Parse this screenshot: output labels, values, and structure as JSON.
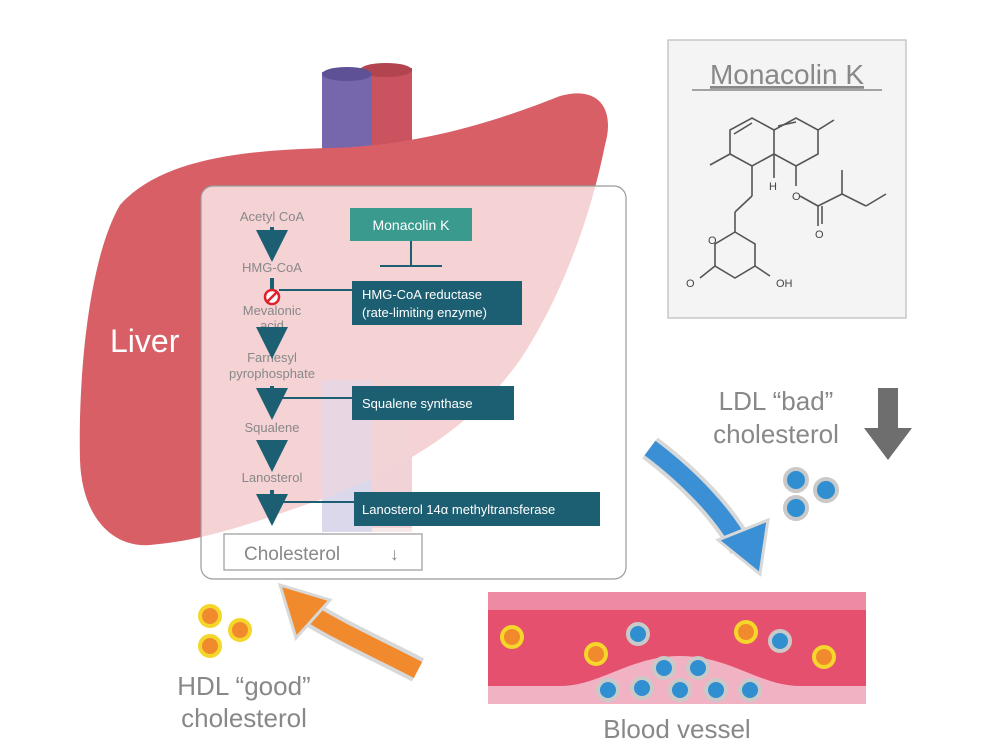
{
  "liver": {
    "label": "Liver"
  },
  "pathway": {
    "steps": [
      "Acetyl CoA",
      "HMG-CoA",
      "Mevalonic",
      "acid",
      "Farnesyl",
      "pyrophosphate",
      "Squalene",
      "Lanosterol"
    ],
    "result": "Cholesterol",
    "result_arrow": "↓"
  },
  "inhibitor": {
    "label": "Monacolin K"
  },
  "enzymes": {
    "hmg_line1": "HMG-CoA reductase",
    "hmg_line2": "(rate-limiting enzyme)",
    "squalene": "Squalene synthase",
    "lanosterol": "Lanosterol 14α methyltransferase"
  },
  "structure": {
    "title": "Monacolin K",
    "atoms": {
      "h": "H",
      "o_ring": "O",
      "o_ester": "O",
      "o_carbonyl": "O",
      "o_lactone": "O",
      "oh": "OH"
    }
  },
  "ldl": {
    "line1": "LDL “bad”",
    "line2": "cholesterol"
  },
  "hdl": {
    "line1": "HDL “good”",
    "line2": "cholesterol"
  },
  "vessel": {
    "label": "Blood vessel"
  },
  "colors": {
    "liver": "#d95f67",
    "teal_dark": "#1d5f72",
    "teal_light": "#3a9a8e",
    "ldl_blue": "#2f8fd0",
    "hdl_orange": "#f08a2c",
    "vessel_pink": "#e6506f",
    "gray_text": "#888888"
  }
}
